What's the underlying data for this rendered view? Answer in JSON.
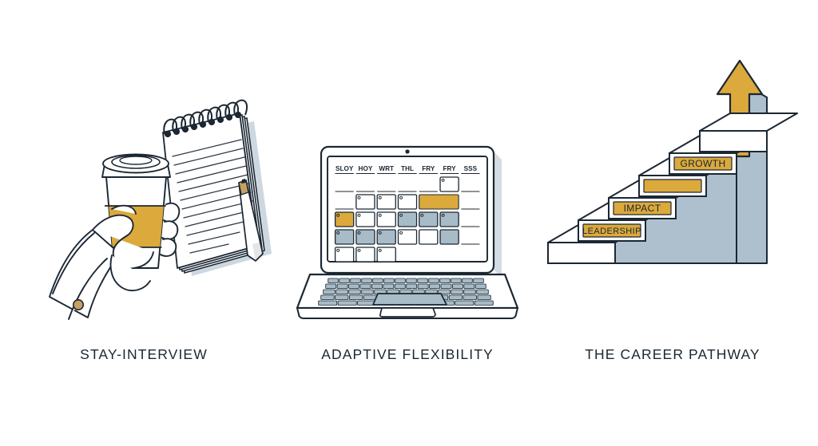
{
  "page": {
    "background": "#ffffff",
    "ink": "#1b2733",
    "gold": "#DBA93C",
    "gold_light": "#E0B25A",
    "blue_gray": "#A8BCC8",
    "stair_side": "#AEC0CE",
    "shadow": "#C4D0DA"
  },
  "panels": [
    {
      "id": "stay-interview",
      "caption": "STAY-INTERVIEW",
      "illustration": "hand-holding-coffee-cup-and-spiral-notepad",
      "elements": {
        "cup_sleeve_color": "#DBA93C",
        "notepad_spiral_rings": 9,
        "notepad_ruled_lines": 13,
        "pen": "pen-on-notepad",
        "cuff_button": "shirt-cuff-button"
      }
    },
    {
      "id": "adaptive-flexibility",
      "caption": "ADAPTIVE FLEXIBILITY",
      "illustration": "open-laptop-showing-calendar",
      "elements": {
        "keyboard_rows": 5,
        "trackpad": "trackpad",
        "webcam": "webcam-dot"
      }
    },
    {
      "id": "the-career-pathway",
      "caption": "THE CAREER PATHWAY",
      "illustration": "ascending-staircase-with-labeled-steps-and-arrow",
      "elements": {
        "steps": 6,
        "arrow": "upward-arrow",
        "arrow_color": "#DBA93C"
      }
    }
  ],
  "calendar": {
    "headers": [
      "SLOY",
      "HOY",
      "WRT",
      "THL",
      "FRY",
      "FRY",
      "SSS"
    ],
    "rows": [
      [
        {
          "fill": "none",
          "box": false,
          "dot": false
        },
        {
          "fill": "none",
          "box": false,
          "dot": false
        },
        {
          "fill": "none",
          "box": false,
          "dot": false
        },
        {
          "fill": "none",
          "box": false,
          "dot": false
        },
        {
          "fill": "none",
          "box": false,
          "dot": false
        },
        {
          "fill": "white",
          "box": true,
          "dot": true
        },
        {
          "fill": "none",
          "box": false,
          "dot": false
        }
      ],
      [
        {
          "fill": "none",
          "box": false,
          "dot": false
        },
        {
          "fill": "white",
          "box": true,
          "dot": true
        },
        {
          "fill": "white",
          "box": true,
          "dot": true
        },
        {
          "fill": "white",
          "box": true,
          "dot": true
        },
        {
          "fill": "gold",
          "box": true,
          "dot": false,
          "span": 2
        },
        {
          "fill": "none",
          "box": false,
          "dot": false
        }
      ],
      [
        {
          "fill": "gold",
          "box": true,
          "dot": true
        },
        {
          "fill": "white",
          "box": true,
          "dot": true
        },
        {
          "fill": "white",
          "box": true,
          "dot": true
        },
        {
          "fill": "blue",
          "box": true,
          "dot": true
        },
        {
          "fill": "blue",
          "box": true,
          "dot": true
        },
        {
          "fill": "blue",
          "box": true,
          "dot": true
        },
        {
          "fill": "none",
          "box": false,
          "dot": false
        }
      ],
      [
        {
          "fill": "blue",
          "box": true,
          "dot": true
        },
        {
          "fill": "blue",
          "box": true,
          "dot": true
        },
        {
          "fill": "blue",
          "box": true,
          "dot": true
        },
        {
          "fill": "white",
          "box": true,
          "dot": true
        },
        {
          "fill": "white",
          "box": true,
          "dot": false
        },
        {
          "fill": "blue",
          "box": true,
          "dot": false
        },
        {
          "fill": "none",
          "box": false,
          "dot": false
        }
      ],
      [
        {
          "fill": "white",
          "box": true,
          "dot": true
        },
        {
          "fill": "white",
          "box": true,
          "dot": true
        },
        {
          "fill": "white",
          "box": true,
          "dot": true
        },
        {
          "fill": "none",
          "box": false,
          "dot": false
        },
        {
          "fill": "none",
          "box": false,
          "dot": false
        },
        {
          "fill": "none",
          "box": false,
          "dot": false
        },
        {
          "fill": "none",
          "box": false,
          "dot": false
        }
      ]
    ]
  },
  "stairs": {
    "step_labels": [
      "LEADERSHIP",
      "IMPACT",
      "",
      "GROWTH"
    ],
    "label_band_color": "#DBA93C"
  }
}
